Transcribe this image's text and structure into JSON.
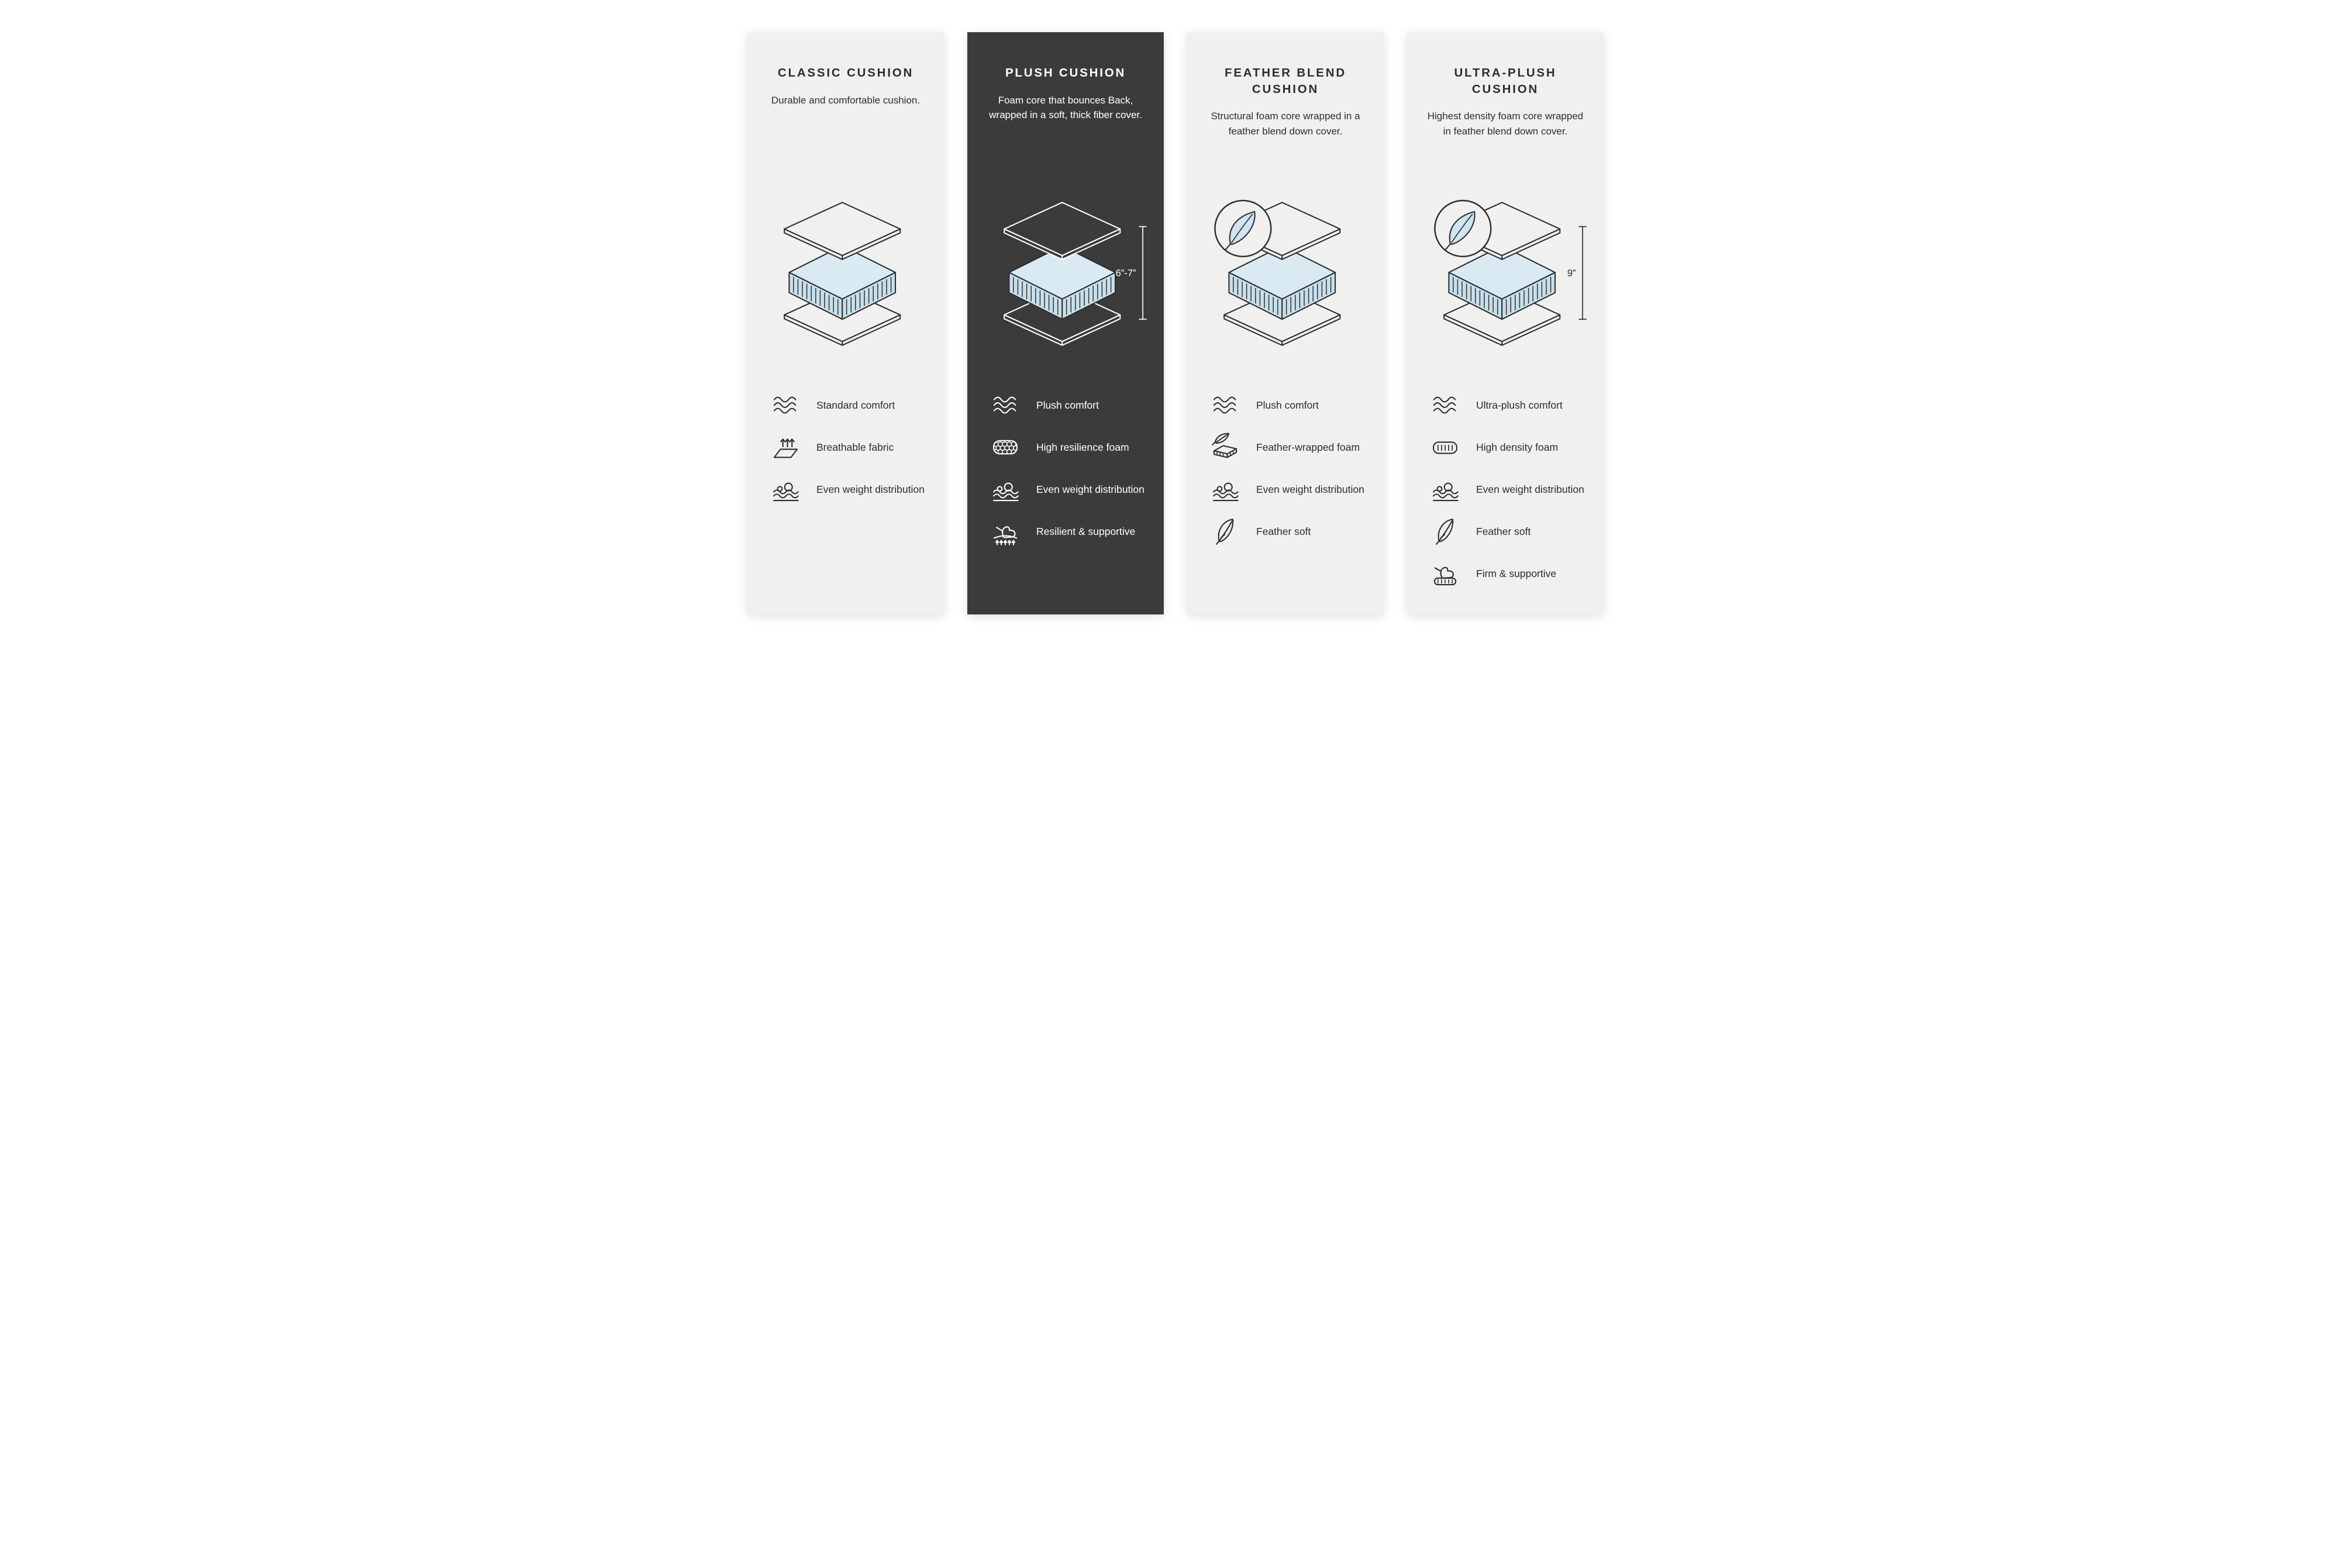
{
  "colors": {
    "page_bg": "#ffffff",
    "card_light_bg": "#f0f0ef",
    "card_dark_bg": "#3b3b3b",
    "text_dark": "#2d2d2d",
    "text_light": "#ffffff",
    "outline": "#2e2e2e",
    "foam_top": "#d9eaf3",
    "foam_side": "#c6dfeb",
    "feather_fill": "#cfe5f0"
  },
  "cards": [
    {
      "id": "classic",
      "theme": "light",
      "title": "CLASSIC CUSHION",
      "description": "Durable and comfortable cushion.",
      "diagram": {
        "feather_badge": false,
        "measurement": null
      },
      "features": [
        {
          "icon": "waves-icon",
          "label": "Standard comfort"
        },
        {
          "icon": "breathable-fabric-icon",
          "label": "Breathable fabric"
        },
        {
          "icon": "even-weight-icon",
          "label": "Even weight distribution"
        }
      ]
    },
    {
      "id": "plush",
      "theme": "dark",
      "title": "PLUSH CUSHION",
      "description": "Foam core that bounces Back, wrapped in a soft, thick fiber cover.",
      "diagram": {
        "feather_badge": false,
        "measurement": "6”-7”"
      },
      "features": [
        {
          "icon": "waves-icon",
          "label": "Plush comfort"
        },
        {
          "icon": "honeycomb-foam-icon",
          "label": "High resilience foam"
        },
        {
          "icon": "even-weight-icon",
          "label": "Even weight distribution"
        },
        {
          "icon": "resilient-hand-icon",
          "label": "Resilient & supportive"
        }
      ]
    },
    {
      "id": "feather-blend",
      "theme": "light",
      "title": "FEATHER BLEND CUSHION",
      "description": "Structural foam core wrapped in a feather blend down cover.",
      "diagram": {
        "feather_badge": true,
        "measurement": null
      },
      "features": [
        {
          "icon": "waves-icon",
          "label": "Plush comfort"
        },
        {
          "icon": "feather-foam-icon",
          "label": "Feather-wrapped foam"
        },
        {
          "icon": "even-weight-icon",
          "label": "Even weight distribution"
        },
        {
          "icon": "feather-icon",
          "label": "Feather soft"
        }
      ]
    },
    {
      "id": "ultra-plush",
      "theme": "light",
      "title": "ULTRA-PLUSH CUSHION",
      "description": "Highest density foam core wrapped in feather blend down cover.",
      "diagram": {
        "feather_badge": true,
        "measurement": "9”"
      },
      "features": [
        {
          "icon": "waves-icon",
          "label": "Ultra-plush comfort"
        },
        {
          "icon": "density-foam-icon",
          "label": "High density foam"
        },
        {
          "icon": "even-weight-icon",
          "label": "Even weight distribution"
        },
        {
          "icon": "feather-icon",
          "label": "Feather soft"
        },
        {
          "icon": "firm-hand-icon",
          "label": "Firm & supportive"
        }
      ]
    }
  ]
}
